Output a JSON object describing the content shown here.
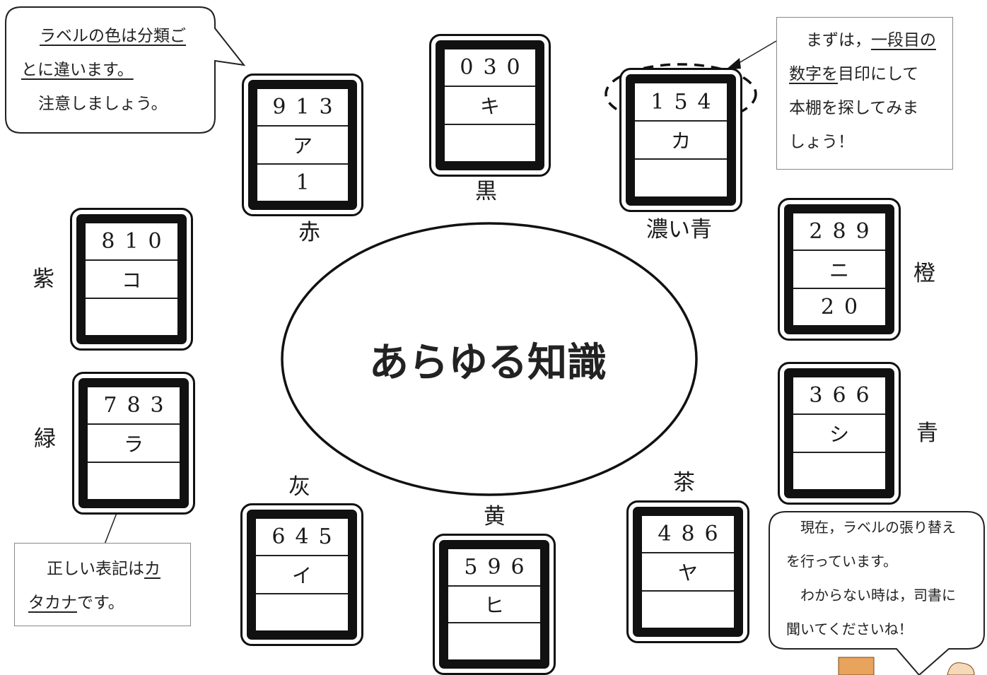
{
  "center_title": "あらゆる知識",
  "spines": [
    {
      "id": "red",
      "rows": [
        "913",
        "ア",
        "1"
      ],
      "color_label": "赤"
    },
    {
      "id": "black",
      "rows": [
        "030",
        "キ",
        ""
      ],
      "color_label": "黒"
    },
    {
      "id": "darkblue",
      "rows": [
        "154",
        "カ",
        ""
      ],
      "color_label": "濃い青"
    },
    {
      "id": "purple",
      "rows": [
        "810",
        "コ",
        ""
      ],
      "color_label": "紫"
    },
    {
      "id": "orange",
      "rows": [
        "289",
        "ニ",
        "20"
      ],
      "color_label": "橙"
    },
    {
      "id": "green",
      "rows": [
        "783",
        "ラ",
        ""
      ],
      "color_label": "緑"
    },
    {
      "id": "blue",
      "rows": [
        "366",
        "シ",
        ""
      ],
      "color_label": "青"
    },
    {
      "id": "gray",
      "rows": [
        "645",
        "イ",
        ""
      ],
      "color_label": "灰"
    },
    {
      "id": "yellow",
      "rows": [
        "596",
        "ヒ",
        ""
      ],
      "color_label": "黄"
    },
    {
      "id": "brown",
      "rows": [
        "486",
        "ヤ",
        ""
      ],
      "color_label": "茶"
    }
  ],
  "bubble_topleft": {
    "line1": "ラベルの色は分類ご",
    "line2": "とに違います。",
    "line3": "注意しましょう。"
  },
  "box_topright": {
    "line1a": "まずは，",
    "line1b": "一段目の",
    "line2a": "数字を",
    "line2b": "目印にして",
    "line3": "本棚を探してみま",
    "line4": "しょう！"
  },
  "box_bottomleft": {
    "line1a": "正しい表記は",
    "line1b": "カ",
    "line2a": "タカナ",
    "line2b": "です。"
  },
  "bubble_bottomright": {
    "line1": "現在，ラベルの張り替え",
    "line2": "を行っています。",
    "line3": "わからない時は，司書に",
    "line4": "聞いてくださいね！"
  },
  "colors": {
    "ink": "#111111",
    "underline_red": "#c0392b"
  }
}
